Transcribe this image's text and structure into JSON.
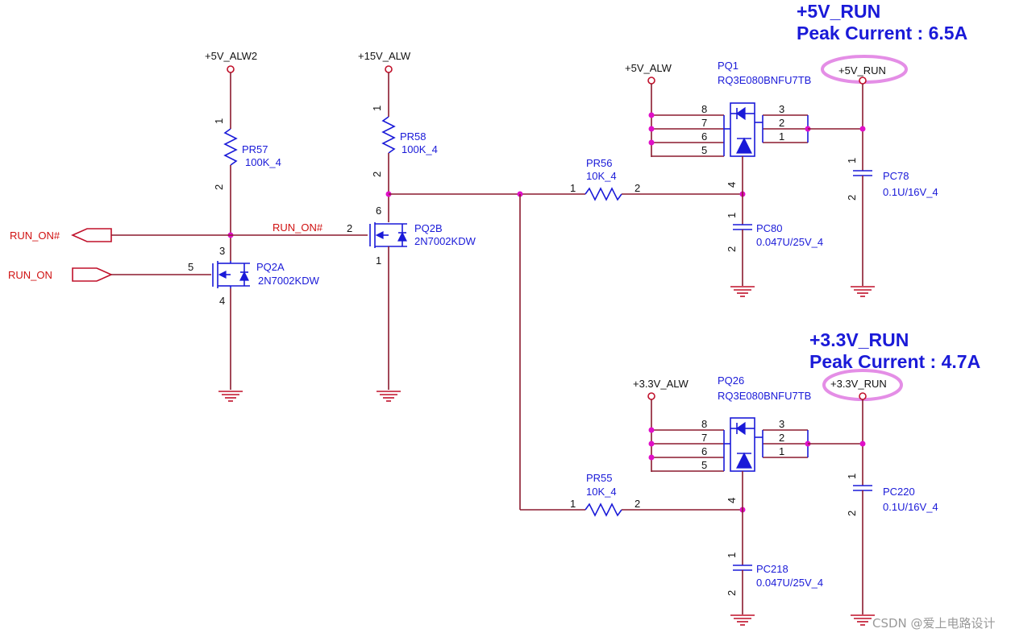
{
  "rails": {
    "v5_alw2": "+5V_ALW2",
    "v15_alw": "+15V_ALW",
    "v5_alw": "+5V_ALW",
    "v5_run": "+5V_RUN",
    "v33_alw": "+3.3V_ALW",
    "v33_run": "+3.3V_RUN"
  },
  "callouts": {
    "top_rail": "+5V_RUN",
    "top_current": "Peak Current : 6.5A",
    "bottom_rail": "+3.3V_RUN",
    "bottom_current": "Peak Current : 4.7A"
  },
  "signals": {
    "run_on_n": "RUN_ON#",
    "run_on": "RUN_ON",
    "net_run_on_n": "RUN_ON#"
  },
  "components": {
    "pr57": {
      "ref": "PR57",
      "value": "100K_4"
    },
    "pr58": {
      "ref": "PR58",
      "value": "100K_4"
    },
    "pr56": {
      "ref": "PR56",
      "value": "10K_4"
    },
    "pr55": {
      "ref": "PR55",
      "value": "10K_4"
    },
    "pq2a": {
      "ref": "PQ2A",
      "value": "2N7002KDW"
    },
    "pq2b": {
      "ref": "PQ2B",
      "value": "2N7002KDW"
    },
    "pq1": {
      "ref": "PQ1",
      "value": "RQ3E080BNFU7TB"
    },
    "pq26": {
      "ref": "PQ26",
      "value": "RQ3E080BNFU7TB"
    },
    "pc78": {
      "ref": "PC78",
      "value": "0.1U/16V_4"
    },
    "pc80": {
      "ref": "PC80",
      "value": "0.047U/25V_4"
    },
    "pc220": {
      "ref": "PC220",
      "value": "0.1U/16V_4"
    },
    "pc218": {
      "ref": "PC218",
      "value": "0.047U/25V_4"
    }
  },
  "pins": {
    "p1": "1",
    "p2": "2",
    "p3": "3",
    "p4": "4",
    "p5": "5",
    "p6": "6",
    "p7": "7",
    "p8": "8"
  },
  "watermark": "CSDN @爱上电路设计"
}
